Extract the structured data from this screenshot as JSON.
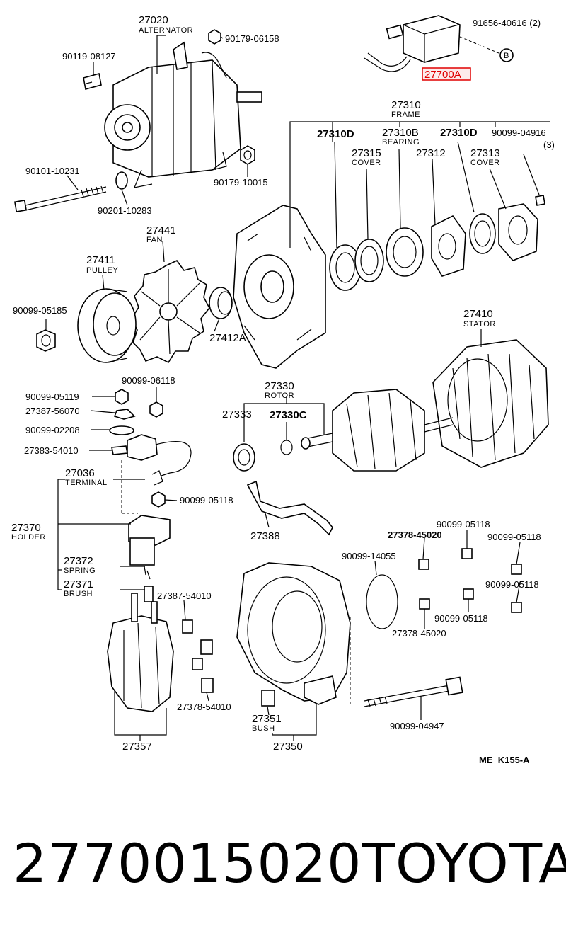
{
  "ref_code": "ME  K155-A",
  "footer": {
    "part_number": "2770015020",
    "brand": "TOYOTA"
  },
  "highlight": {
    "code": "27700A",
    "color": "#e00000"
  },
  "labels": {
    "alt_code": "27020",
    "alt_name": "ALTERNATOR",
    "nut_top": "90179-06158",
    "bolt_small": "90119-08127",
    "regulator_bolt": "91656-40616 (2)",
    "marker_b": "B",
    "frame_code": "27310",
    "frame_name": "FRAME",
    "d1": "27310D",
    "bearing_code": "27310B",
    "bearing_name": "BEARING",
    "d2": "27310D",
    "screw_code": "90099-04916",
    "screw_qty": "(3)",
    "cover1_code": "27315",
    "cover1_name": "COVER",
    "p27312": "27312",
    "cover2_code": "27313",
    "cover2_name": "COVER",
    "long_bolt": "90101-10231",
    "nut_side": "90179-10015",
    "washer": "90201-10283",
    "fan_code": "27441",
    "fan_name": "FAN",
    "pulley_code": "27411",
    "pulley_name": "PULLEY",
    "pulley_nut": "90099-05185",
    "spacer": "27412A",
    "stator_code": "27410",
    "stator_name": "STATOR",
    "n05119": "90099-05119",
    "n06118": "90099-06118",
    "ins56070": "27387-56070",
    "w02208": "90099-02208",
    "p54010": "27383-54010",
    "rotor_code": "27330",
    "rotor_name": "ROTOR",
    "p27333": "27333",
    "p27330c": "27330C",
    "term_code": "27036",
    "term_name": "TERMINAL",
    "n05118a": "90099-05118",
    "holder_code": "27370",
    "holder_name": "HOLDER",
    "p27388": "27388",
    "spring_code": "27372",
    "spring_name": "SPRING",
    "brush_code": "27371",
    "brush_name": "BRUSH",
    "p54010b": "27387-54010",
    "oring": "90099-14055",
    "ins45020a": "27378-45020",
    "n05118b": "90099-05118",
    "n05118c": "90099-05118",
    "n05118d": "90099-05118",
    "n05118e": "90099-05118",
    "ins45020b": "27378-45020",
    "ins54010": "27378-54010",
    "bush_code": "27351",
    "bush_name": "BUSH",
    "p27357": "27357",
    "p27350": "27350",
    "through_bolt": "90099-04947"
  }
}
